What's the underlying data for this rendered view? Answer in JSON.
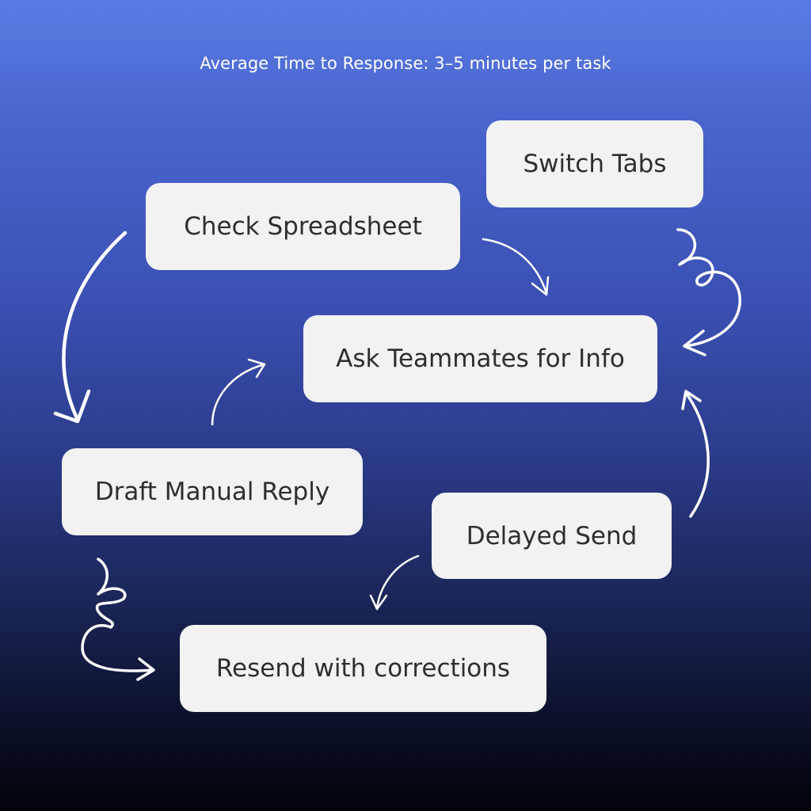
{
  "subtitle": "Average Time to Response: 3–5 minutes per task",
  "steps": {
    "switch_tabs": "Switch Tabs",
    "check_spreadsheet": "Check Spreadsheet",
    "ask_teammates": "Ask Teammates for Info",
    "draft_reply": "Draft Manual Reply",
    "delayed_send": "Delayed Send",
    "resend": "Resend with corrections"
  }
}
